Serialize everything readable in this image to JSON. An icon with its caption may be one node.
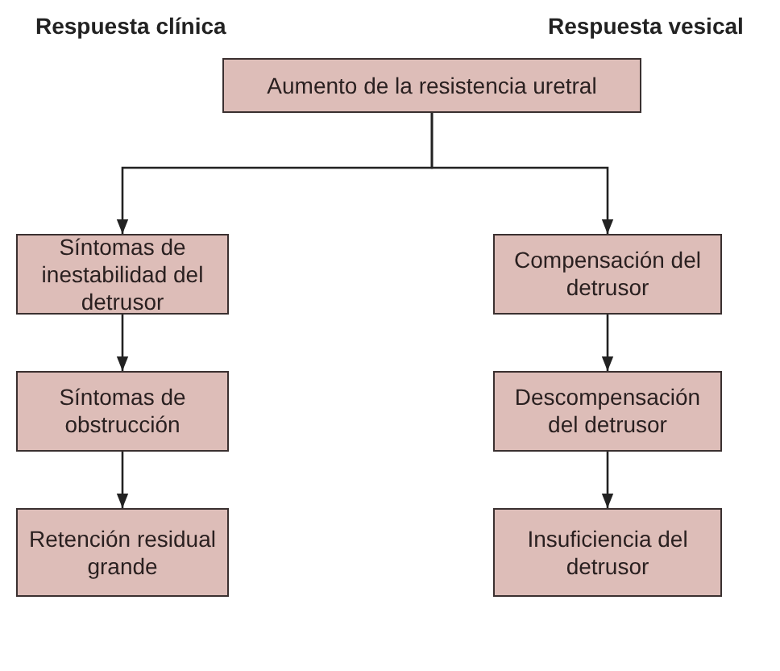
{
  "diagram": {
    "nodes": [
      {
        "text": [
          "Aumento de la resistencia uretral"
        ]
      },
      {
        "text": [
          "Síntomas de inestabilidad del detrusor"
        ]
      },
      {
        "text": [
          "Síntomas de obstrucción"
        ]
      },
      {
        "text": [
          "Retención residual grande"
        ]
      },
      {
        "text": [
          "Compensación del detrusor"
        ]
      },
      {
        "text": [
          "Descompensación del detrusor"
        ]
      },
      {
        "text": [
          "Insuficiencia del detrusor"
        ]
      }
    ],
    "edges": [
      {
        "from": 0,
        "to": 1,
        "arrow": "to"
      },
      {
        "from": 0,
        "to": 4,
        "arrow": "to"
      },
      {
        "from": 1,
        "to": 2,
        "arrow": "to"
      },
      {
        "from": 2,
        "to": 3,
        "arrow": "to"
      },
      {
        "from": 4,
        "to": 5,
        "arrow": "to"
      },
      {
        "from": 5,
        "to": 6,
        "arrow": "to"
      }
    ],
    "labels": [
      "Respuesta clínica",
      "Respuesta vesical"
    ]
  }
}
